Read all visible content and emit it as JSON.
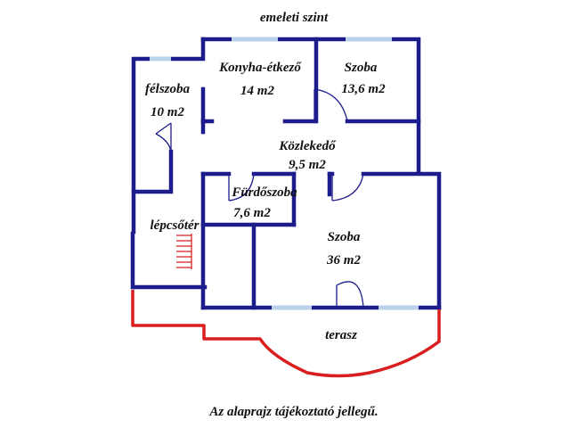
{
  "plan": {
    "title": "emeleti szint",
    "footer": "Az alaprajz tájékoztató jellegű."
  },
  "rooms": [
    {
      "id": "felszoba",
      "name": "félszoba",
      "area": "10 m2"
    },
    {
      "id": "konyha",
      "name": "Konyha-étkező",
      "area": "14 m2"
    },
    {
      "id": "szoba-small",
      "name": "Szoba",
      "area": "13,6 m2"
    },
    {
      "id": "kozlekedo",
      "name": "Közlekedő",
      "area": "9,5 m2"
    },
    {
      "id": "furdoszoba",
      "name": "Fürdőszoba",
      "area": "7,6 m2"
    },
    {
      "id": "lepcsoter",
      "name": "lépcsőtér"
    },
    {
      "id": "szoba-large",
      "name": "Szoba",
      "area": "36 m2"
    },
    {
      "id": "terasz",
      "name": "terasz"
    }
  ],
  "colors": {
    "walls": "#1c1c8c",
    "windows": "#b9d1ea",
    "terrace_outline": "#d81e1e",
    "stairs": "#d81e1e"
  }
}
